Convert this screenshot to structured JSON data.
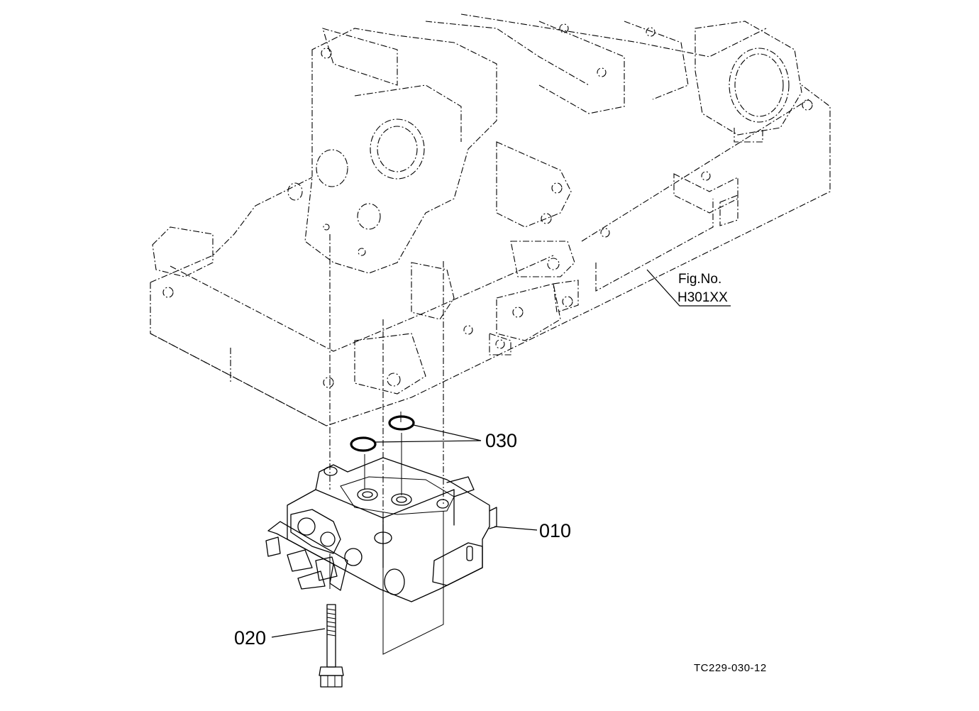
{
  "callouts": {
    "ring_part": "030",
    "valve_part": "010",
    "bolt_part": "020"
  },
  "figure_ref": {
    "line1": "Fig.No.",
    "line2": "H301XX"
  },
  "drawing_code": "TC229-030-12"
}
